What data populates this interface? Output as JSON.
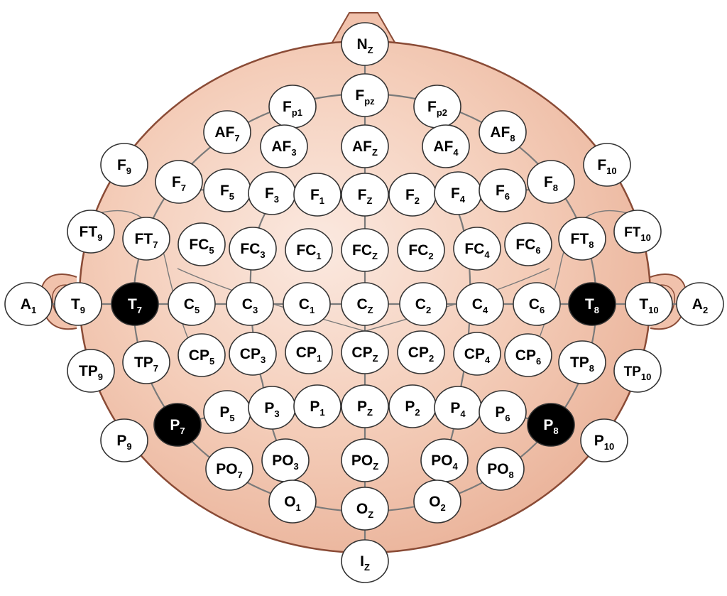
{
  "colors": {
    "head_fill": "#f2c3ad",
    "head_center": "#fbe9e0",
    "head_outline": "#8a4b36",
    "grid_line": "#7a7a7a",
    "electrode_fill": "#ffffff",
    "electrode_stroke": "#333333",
    "highlight_fill": "#000000",
    "highlight_text": "#ffffff"
  },
  "electrodes": [
    {
      "id": "Nz",
      "base": "N",
      "sub": "Z"
    },
    {
      "id": "Fpz",
      "base": "F",
      "sub": "pz"
    },
    {
      "id": "Fp1",
      "base": "F",
      "sub": "p1"
    },
    {
      "id": "Fp2",
      "base": "F",
      "sub": "p2"
    },
    {
      "id": "AF7",
      "base": "AF",
      "sub": "7"
    },
    {
      "id": "AF3",
      "base": "AF",
      "sub": "3"
    },
    {
      "id": "AFz",
      "base": "AF",
      "sub": "Z"
    },
    {
      "id": "AF4",
      "base": "AF",
      "sub": "4"
    },
    {
      "id": "AF8",
      "base": "AF",
      "sub": "8"
    },
    {
      "id": "F9",
      "base": "F",
      "sub": "9"
    },
    {
      "id": "F7",
      "base": "F",
      "sub": "7"
    },
    {
      "id": "F5",
      "base": "F",
      "sub": "5"
    },
    {
      "id": "F3",
      "base": "F",
      "sub": "3"
    },
    {
      "id": "F1",
      "base": "F",
      "sub": "1"
    },
    {
      "id": "Fz",
      "base": "F",
      "sub": "Z"
    },
    {
      "id": "F2",
      "base": "F",
      "sub": "2"
    },
    {
      "id": "F4",
      "base": "F",
      "sub": "4"
    },
    {
      "id": "F6",
      "base": "F",
      "sub": "6"
    },
    {
      "id": "F8",
      "base": "F",
      "sub": "8"
    },
    {
      "id": "F10",
      "base": "F",
      "sub": "10"
    },
    {
      "id": "FT9",
      "base": "FT",
      "sub": "9"
    },
    {
      "id": "FT7",
      "base": "FT",
      "sub": "7"
    },
    {
      "id": "FC5",
      "base": "FC",
      "sub": "5"
    },
    {
      "id": "FC3",
      "base": "FC",
      "sub": "3"
    },
    {
      "id": "FC1",
      "base": "FC",
      "sub": "1"
    },
    {
      "id": "FCz",
      "base": "FC",
      "sub": "Z"
    },
    {
      "id": "FC2",
      "base": "FC",
      "sub": "2"
    },
    {
      "id": "FC4",
      "base": "FC",
      "sub": "4"
    },
    {
      "id": "FC6",
      "base": "FC",
      "sub": "6"
    },
    {
      "id": "FT8",
      "base": "FT",
      "sub": "8"
    },
    {
      "id": "FT10",
      "base": "FT",
      "sub": "10"
    },
    {
      "id": "A1",
      "base": "A",
      "sub": "1"
    },
    {
      "id": "T9",
      "base": "T",
      "sub": "9"
    },
    {
      "id": "T7",
      "base": "T",
      "sub": "7",
      "highlight": true
    },
    {
      "id": "C5",
      "base": "C",
      "sub": "5"
    },
    {
      "id": "C3",
      "base": "C",
      "sub": "3"
    },
    {
      "id": "C1",
      "base": "C",
      "sub": "1"
    },
    {
      "id": "Cz",
      "base": "C",
      "sub": "Z"
    },
    {
      "id": "C2",
      "base": "C",
      "sub": "2"
    },
    {
      "id": "C4",
      "base": "C",
      "sub": "4"
    },
    {
      "id": "C6",
      "base": "C",
      "sub": "6"
    },
    {
      "id": "T8",
      "base": "T",
      "sub": "8",
      "highlight": true
    },
    {
      "id": "T10",
      "base": "T",
      "sub": "10"
    },
    {
      "id": "A2",
      "base": "A",
      "sub": "2"
    },
    {
      "id": "TP9",
      "base": "TP",
      "sub": "9"
    },
    {
      "id": "TP7",
      "base": "TP",
      "sub": "7"
    },
    {
      "id": "CP5",
      "base": "CP",
      "sub": "5"
    },
    {
      "id": "CP3",
      "base": "CP",
      "sub": "3"
    },
    {
      "id": "CP1",
      "base": "CP",
      "sub": "1"
    },
    {
      "id": "CPz",
      "base": "CP",
      "sub": "Z"
    },
    {
      "id": "CP2",
      "base": "CP",
      "sub": "2"
    },
    {
      "id": "CP4",
      "base": "CP",
      "sub": "4"
    },
    {
      "id": "CP6",
      "base": "CP",
      "sub": "6"
    },
    {
      "id": "TP8",
      "base": "TP",
      "sub": "8"
    },
    {
      "id": "TP10",
      "base": "TP",
      "sub": "10"
    },
    {
      "id": "P9",
      "base": "P",
      "sub": "9"
    },
    {
      "id": "P7",
      "base": "P",
      "sub": "7",
      "highlight": true
    },
    {
      "id": "P5",
      "base": "P",
      "sub": "5"
    },
    {
      "id": "P3",
      "base": "P",
      "sub": "3"
    },
    {
      "id": "P1",
      "base": "P",
      "sub": "1"
    },
    {
      "id": "Pz",
      "base": "P",
      "sub": "Z"
    },
    {
      "id": "P2",
      "base": "P",
      "sub": "2"
    },
    {
      "id": "P4",
      "base": "P",
      "sub": "4"
    },
    {
      "id": "P6",
      "base": "P",
      "sub": "6"
    },
    {
      "id": "P8",
      "base": "P",
      "sub": "8",
      "highlight": true
    },
    {
      "id": "P10",
      "base": "P",
      "sub": "10"
    },
    {
      "id": "PO7",
      "base": "PO",
      "sub": "7"
    },
    {
      "id": "PO3",
      "base": "PO",
      "sub": "3"
    },
    {
      "id": "POz",
      "base": "PO",
      "sub": "Z"
    },
    {
      "id": "PO4",
      "base": "PO",
      "sub": "4"
    },
    {
      "id": "PO8",
      "base": "PO",
      "sub": "8"
    },
    {
      "id": "O1",
      "base": "O",
      "sub": "1"
    },
    {
      "id": "Oz",
      "base": "O",
      "sub": "Z"
    },
    {
      "id": "O2",
      "base": "O",
      "sub": "2"
    },
    {
      "id": "Iz",
      "base": "I",
      "sub": "Z"
    }
  ]
}
